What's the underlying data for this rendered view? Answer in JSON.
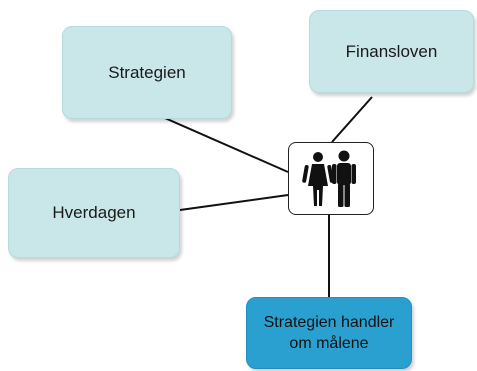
{
  "diagram": {
    "nodes": [
      {
        "id": "strategien",
        "label": "Strategien"
      },
      {
        "id": "finansloven",
        "label": "Finansloven"
      },
      {
        "id": "hverdagen",
        "label": "Hverdagen"
      },
      {
        "id": "goal",
        "label": "Strategien handler om målene"
      }
    ],
    "center_icon": "people-icon",
    "edges": [
      [
        "center",
        "strategien"
      ],
      [
        "center",
        "finansloven"
      ],
      [
        "center",
        "hverdagen"
      ],
      [
        "center",
        "goal"
      ]
    ]
  },
  "colors": {
    "light_node": "#c9e6e8",
    "dark_node": "#2aa0d0",
    "line": "#111111"
  }
}
